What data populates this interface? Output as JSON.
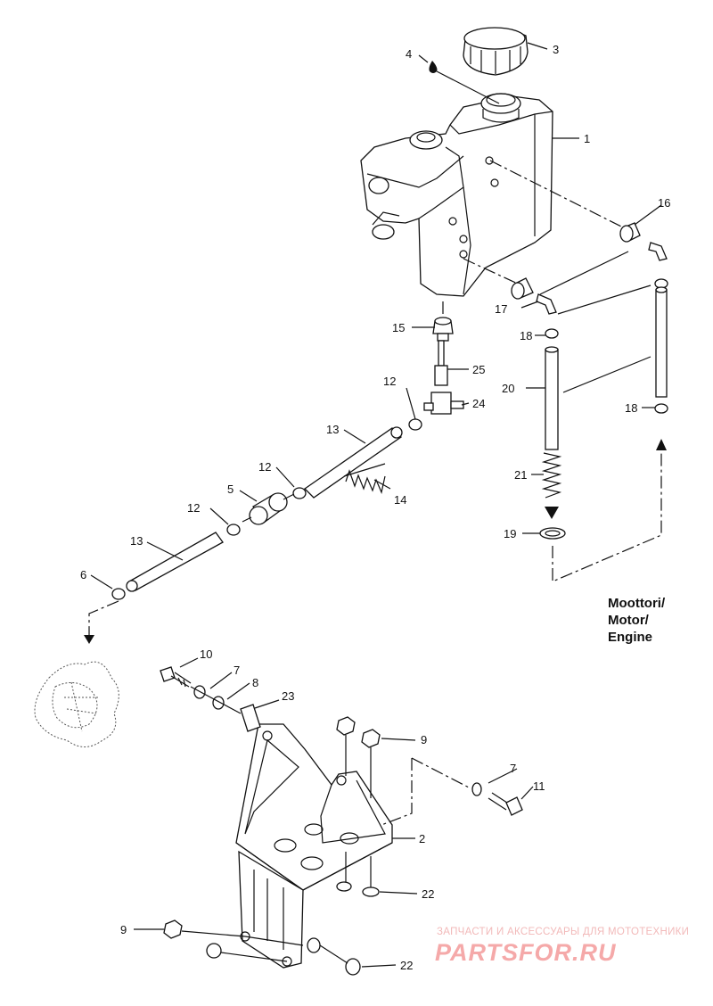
{
  "callouts": {
    "c1": "1",
    "c2": "2",
    "c3": "3",
    "c4": "4",
    "c5": "5",
    "c6": "6",
    "c7a": "7",
    "c7b": "7",
    "c8": "8",
    "c9a": "9",
    "c9b": "9",
    "c10": "10",
    "c11": "11",
    "c12a": "12",
    "c12b": "12",
    "c12c": "12",
    "c13a": "13",
    "c13b": "13",
    "c14": "14",
    "c15": "15",
    "c16": "16",
    "c17": "17",
    "c18a": "18",
    "c18b": "18",
    "c19": "19",
    "c20": "20",
    "c21": "21",
    "c22a": "22",
    "c22b": "22",
    "c23": "23",
    "c24": "24",
    "c25": "25"
  },
  "engine_label": [
    "Moottori/",
    "Motor/",
    "Engine"
  ],
  "watermark": {
    "tagline": "ЗАПЧАСТИ И АКСЕССУАРЫ ДЛЯ МОТОТЕХНИКИ",
    "logo": "PARTSFOR.RU"
  }
}
